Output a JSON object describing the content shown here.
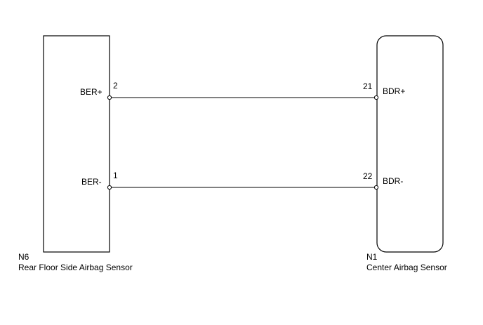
{
  "left_component": {
    "code": "N6",
    "name": "Rear Floor Side Airbag Sensor",
    "pins": [
      {
        "signal": "BER+",
        "pin": "2"
      },
      {
        "signal": "BER-",
        "pin": "1"
      }
    ]
  },
  "right_component": {
    "code": "N1",
    "name": "Center Airbag Sensor",
    "pins": [
      {
        "signal": "BDR+",
        "pin": "21"
      },
      {
        "signal": "BDR-",
        "pin": "22"
      }
    ]
  },
  "wires": [
    {
      "from": "BER+",
      "to": "BDR+"
    },
    {
      "from": "BER-",
      "to": "BDR-"
    }
  ]
}
